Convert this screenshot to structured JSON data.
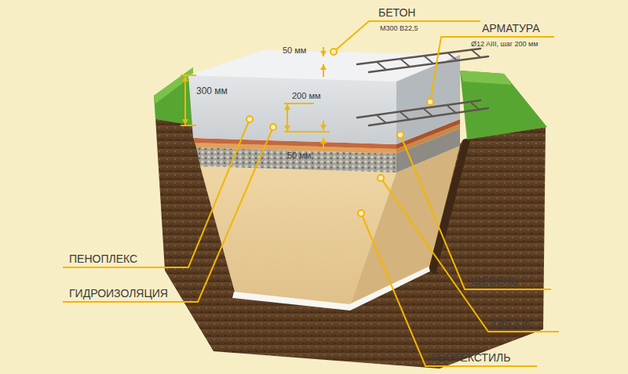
{
  "diagram": {
    "labels": [
      "БЕТОН",
      "М300 В22,5",
      "АРМАТУРА",
      "Ø12 AIII, шаг 200 мм",
      "50 мм",
      "300 мм",
      "200 мм",
      "50 мм",
      "ПЕНОПЛЕКС",
      "ГИДРОИЗОЛЯЦИЯ",
      "ЩЕБЕНЬ",
      "ПЕСОК",
      "ГЕОТЕКСТИЛЬ"
    ]
  }
}
